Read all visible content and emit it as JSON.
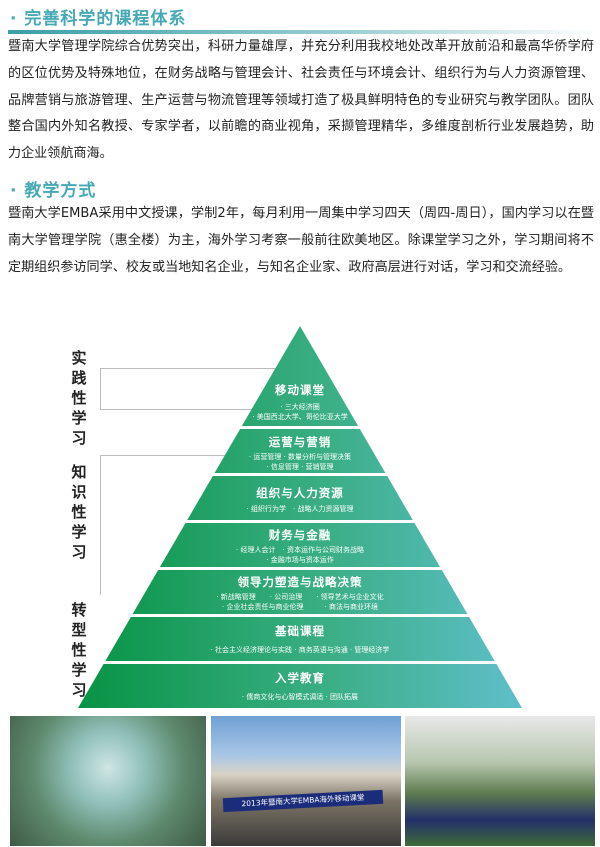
{
  "section1": {
    "title": "· 完善科学的课程体系",
    "body": "暨南大学管理学院综合优势突出，科研力量雄厚，并充分利用我校地处改革开放前沿和最高华侨学府的区位优势及特殊地位，在财务战略与管理会计、社会责任与环境会计、组织行为与人力资源管理、品牌营销与旅游管理、生产运营与物流管理等领域打造了极具鲜明特色的专业研究与教学团队。团队整合国内外知名教授、专家学者，以前瞻的商业视角，采撷管理精华，多维度剖析行业发展趋势，助力企业领航商海。"
  },
  "section2": {
    "title": "· 教学方式",
    "body": "暨南大学EMBA采用中文授课，学制2年，每月利用一周集中学习四天（周四-周日），国内学习以在暨南大学管理学院（惠全楼）为主，海外学习考察一般前往欧美地区。除课堂学习之外，学习期间将不定期组织参访同学、校友或当地知名企业，与知名企业家、政府高层进行对话，学习和交流经验。"
  },
  "side_labels": [
    "实践性学习",
    "知识性学习",
    "转型性学习"
  ],
  "pyramid": [
    {
      "title": "移动课堂",
      "items": [
        "· 三大经济圈",
        "· 美国西北大学、哥伦比亚大学"
      ]
    },
    {
      "title": "运营与营销",
      "items": [
        "· 运营管理 · 数量分析与管理决策",
        "· 信息管理 · 营销管理"
      ]
    },
    {
      "title": "组织与人力资源",
      "items": [
        "· 组织行为学　· 战略人力资源管理"
      ]
    },
    {
      "title": "财务与金融",
      "items": [
        "· 经理人会计　· 资本运作与公司财务战略",
        "· 金融市场与资本运作"
      ]
    },
    {
      "title": "领导力塑造与战略决策",
      "items": [
        "· 新战略管理　　· 公司治理　　· 领导艺术与企业文化",
        "· 企业社会责任与商业伦理　　　· 商法与商业环境"
      ]
    },
    {
      "title": "基础课程",
      "items": [
        "· 社会主义经济理论与实践 · 商务英语与沟通 · 管理经济学"
      ]
    },
    {
      "title": "入学教育",
      "items": [
        "· 儒商文化与心智模式调适 · 团队拓展"
      ]
    }
  ],
  "photos": {
    "banner": "2013年暨南大学EMBA海外移动课堂"
  },
  "colors": {
    "heading": "#46a9b4",
    "green": "#079344",
    "teal": "#5fbfca"
  }
}
